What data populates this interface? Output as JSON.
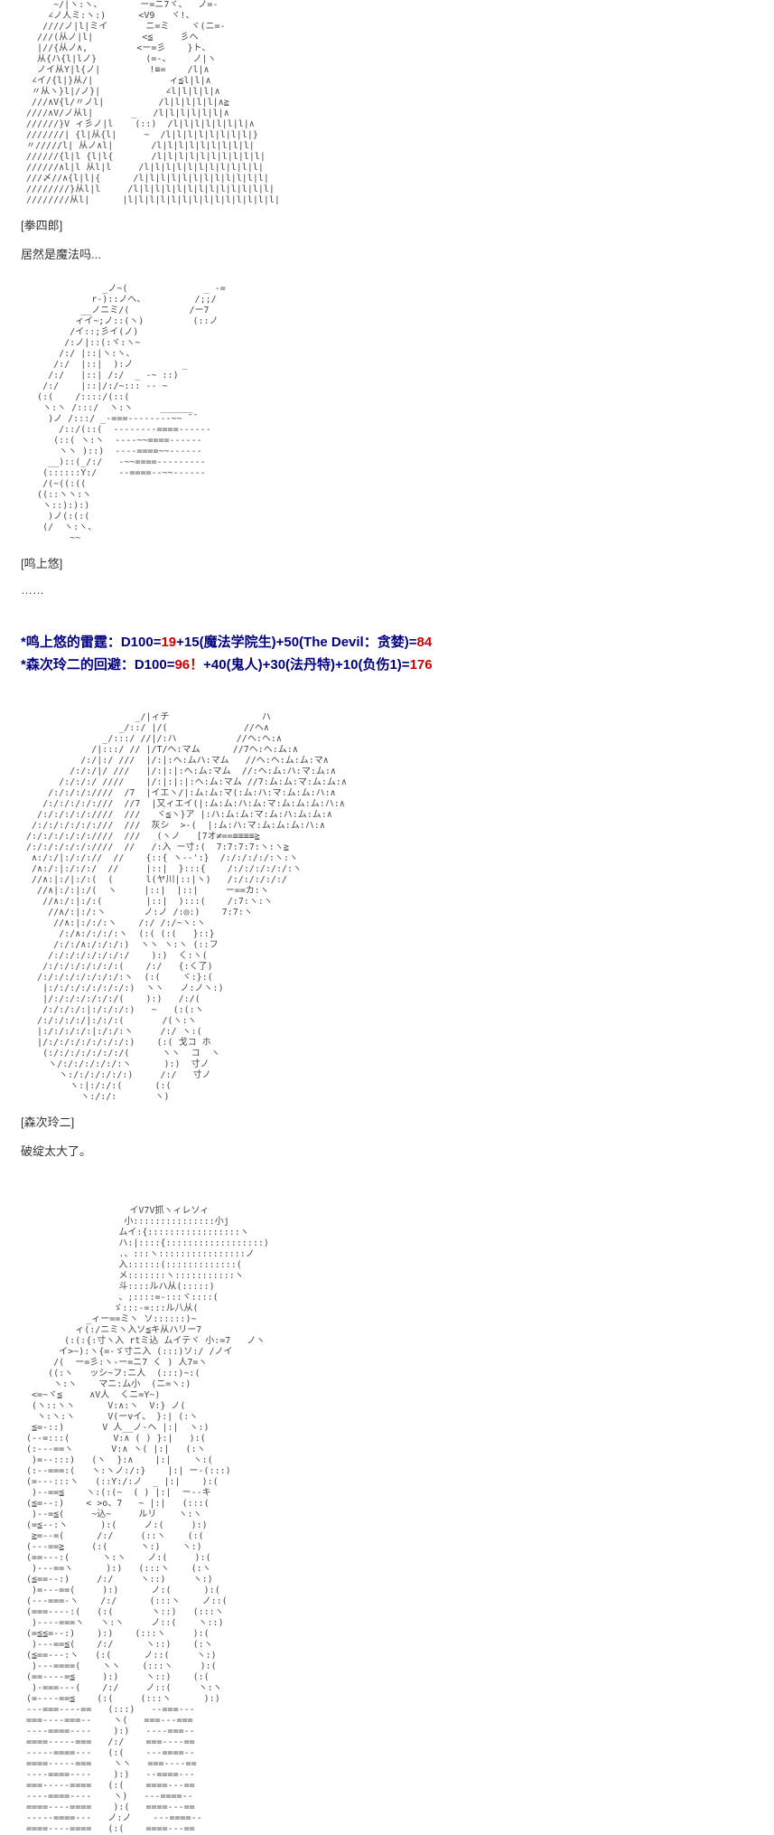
{
  "colors": {
    "background": "#ffffff",
    "text": "#333333",
    "aa_art": "#444444",
    "dice_base": "#000080",
    "dice_highlight": "#cc0000"
  },
  "sections": {
    "scene1": {
      "speaker": "[拳四郎]",
      "dialogue": "居然是魔法吗..."
    },
    "scene2": {
      "speaker": "[鸣上悠]",
      "dialogue": "……"
    },
    "scene3": {
      "speaker": "[森次玲二]",
      "dialogue": "破绽太大了。"
    }
  },
  "dice_rolls": [
    {
      "segments": [
        {
          "text": "*鸣上悠的雷霆：D100=",
          "style": "base"
        },
        {
          "text": "19",
          "style": "highlight"
        },
        {
          "text": "+15(魔法学院生)+50(The Devil：贪婪)=",
          "style": "base"
        },
        {
          "text": "84",
          "style": "highlight"
        }
      ]
    },
    {
      "segments": [
        {
          "text": "*森次玲二的回避：D100=",
          "style": "base"
        },
        {
          "text": "96！",
          "style": "highlight"
        },
        {
          "text": "+40(鬼人)+30(法丹特)+10(负伤1)=",
          "style": "base"
        },
        {
          "text": "176",
          "style": "highlight"
        }
      ]
    }
  ],
  "aa_blocks": [
    {
      "lines": [
        "      ~/|ヽ:ヽ、       ー=ニ7ヾ、  ノ=-",
        "     ∠ノ人ミ:ヽ:)      <V9   ヾ!、",
        "    ////ノ|l|ミイ       ニ=ミ    ヾ(ニ=-",
        "   ///(从ノ|l|         <≦     彡ヘ",
        "   |//{从ノ∧,         <ー=彡    }ト、",
        "   从{ハ{l|lノ}         (=-、    ノ|ヽ",
        "   ノイ从Y|l{ノ|         !≡=    /l|∧",
        "  ∠イ/{l|}从/|              ィ≦l|l|∧",
        "  〃从ヽ}l|/ノ}|            ∠l|l|l|l|∧",
        "  ///∧V{l/〃ノl|          /l|l|l|l|l|∧≧",
        " ////∧V/ノ从l|       _   /l|l|l|l|l|l|∧",
        " //////}V ィ彡ノ|l    (::)  /l|l|l|l|l|l|l|∧",
        " ///////| {l|从{l|     ~  /l|l|l|l|l|l|l|l|}",
        " 〃/////l| 从ノ∧l|       /l|l|l|l|l|l|l|l|l|",
        " //////{l|l {l|l{       /l|l|l|l|l|l|l|l|l|l|",
        " //////∧l|l 从l|l     /l|l|l|l|l|l|l|l|l|l|l|",
        " ///〆//∧{l|l|{      /l|l|l|l|l|l|l|l|l|l|l|l|",
        " ////////}从l|l     /l|l|l|l|l|l|l|l|l|l|l|l|l|",
        " ////////从l|      |l|l|l|l|l|l|l|l|l|l|l|l|l|l|"
      ]
    },
    {
      "lines": [
        "               _ノ~(              _ -=",
        "             r-)::ノへ、         /;;/",
        "           __ノニミ/(           /ー7",
        "          ィイ~;ノ::(ヽ)         (::ノ",
        "         /イ::;彡イ(ノ)",
        "        /:ノ|::(:ヾ:ヽ~",
        "       /:/ |::|ヽ:ヽ、",
        "      /:/  |::|  ):ノ         _",
        "     /:/   |::| /:/  _ -~ ::)",
        "    /:/    |::|/:/~::: -- ~",
        "   (:(    /::::/(::(",
        "    ヽ:ヽ /:::/  ヽ:ヽ     ______",
        "     )ノ /:::/ _-===--------~~ ̄ ̄",
        "       /::/(::(  --------====------",
        "      (::( ヽ:ヽ  ----~~====------",
        "       ヽヽ )::)  ----====~~------",
        "     __)::(_/:/   -~~====---------",
        "    (::::::Y:/    --====--~~------",
        "    /(~((:((",
        "   ((::ヽヽ:ヽ",
        "    ヽ::):):)",
        "     )ノ(:(:(",
        "    (/  ヽ:ヽ、",
        "         ~~"
      ]
    },
    {
      "lines": [
        "                     _/|ィチ                 ハ",
        "                  _/::/ |/(              //ヘ∧",
        "               _/:::/ //|/:ハ           //ヘ:ヘ:∧",
        "             /|:::/ // |/T/ヘ:マム      //7ヘ:ヘ:ム:∧",
        "           /:/|:/ ///  |/:|:ヘ:ムハ:マム   //ヘ:ヘ:ム:ム:マ∧",
        "         /:/:/|/ ///   |/:|:|:ヘ:ム:マム  //:ヘ:ム:ハ:マ:ム:∧",
        "       /:/:/:/ ////    |/:|:|:|:ヘ:ム:マム //7:ム:ム:マ:ム:ム:∧",
        "     /:/:/:/:////  /7  |イエヽ/|:ム:ム:マ(:ム:ハ:マ:ム:ム:ハ:∧",
        "    /:/:/:/:/:///  //7  |又ィエイ(|:ム:ム:ハ:ム:マ:ム:ム:ム:ハ:∧",
        "   /:/:/:/:/:////  ///   ヾ≦ヽ}ア |:ハ:ム:ム:マ:ム:ハ:ム:ム:∧",
        "  /:/:/:/:/:/:///  ///  灰シ  >-(  |:ム:ハ:マ:ム:ム:ム:ハ:∧",
        " /:/:/:/:/:/:////  ///   (ヽノ   [7オ≠==≡≡≡≡≧",
        " /:/:/:/:/:/:////  //   /:入 ー寸:(  7:7:7:7:ヽ:ヽ≧",
        "  ∧:/:/|:/:/://  //    {::{ ヽ--':}  /:/:/:/:/:ヽ:ヽ",
        "  /∧:/:|:/:/:/  //     |::|  }:::{    /:/:/:/:/:/:ヽ",
        "  //∧:|:/|:/:(  (      l(ヤ川|::|ヽ)   /:/:/:/:/:/",
        "   //∧|:/:|:/(  ヽ     |::|  |::|     ー==カ:ヽ",
        "    //∧:/:|:/:(        |::|  ):::(    /:7:ヽ:ヽ",
        "     //∧/:|:/:ヽ       ノ:ノ /:◎:)    7:7:ヽ",
        "      //∧:|:/:/:ヽ    /:/ /:/~ヽ:ヽ",
        "       /:/∧:/:/:/:ヽ  (:( (:(   }::}",
        "      /:/:/∧:/:/:/:)  ヽヽ ヽ:ヽ (::フ",
        "     /:/:/:/:/:/:/:/    ):)  く:ヽ(",
        "    /:/:/:/:/:/:/:(    /:/   {:く了)",
        "   /:/:/:/:/:/:/:/:ヽ  (:(    ヾ:}:(",
        "    |:/:/:/:/:/:/:/:)  ヽヽ   ノ:ノヽ:)",
        "    |/:/:/:/:/:/:/(    ):)   /:/(",
        "    /:/:/:/:|:/:/:/:)   ~   (:(:ヽ",
        "   /:/:/:/:/|:/:/:(       /(ヽ:ヽ",
        "   |:/:/:/:/:|:/:/:ヽ     /:/ ヽ:(",
        "   |/:/:/:/:/:/:/:/:)    (:( 戈コ ホ",
        "    (:/:/:/:/:/:/:/(      ヽヽ  コ  ヽ",
        "     ヽ/:/:/:/:/:/:ヽ      ):)  寸ノ",
        "       ヽ:/:/:/:/:/:)     /:/   寸ノ",
        "         ヽ:|:/:/:(      (:(",
        "           ヽ:/:/:       ヽ)"
      ]
    },
    {
      "lines": [
        "                    イV7V抓ヽィレソィ",
        "                   小:::::::::::::::小j",
        "                  ムイ:{:::::::::::::::::ヽ",
        "                  ハ:|::::{::::::::::::::::::)",
        "                  .、:::ヽ::::::::::::::::ノ",
        "                  入::::::(:::::::::::::(",
        "                  メ:::::::ヽ:::::::::::ヽ",
        "                  斗::::ルハ从(:::::)",
        "                  、;::::=-:::ヾ::::(",
        "                 ゞ:::-=:::ル八从(",
        "            _ィー==ミヽ ソ::::::)~",
        "          ィ(:/ニミヽ入ソ≦キ从ハリー7",
        "        (:(:{:寸ヽ入 rtミ込 ムイテヾ 小:=7   ノヽ",
        "       イ>~):ヽ{=-ゞ寸ニ入 (:::)ソ:/ /ノイ",
        "      /(  ー=彡:ヽ-ー=ニ7 く ) 人7=ヽ",
        "     ((:ヽ   ッシ~フ:ニ人  (:::)~:(",
        "      ヽ:ヽ    マニ:ム小  (ニ=ヽ:)",
        "  <=~ヾ≦     ∧V人  くニ=Y~)",
        "  (ヽ::ヽヽ      V:∧:ヽ  V:} ノ(",
        "   ヽ:ヽ:ヽ      V(ーvイ、 }:| (:ヽ",
        "  ≦=-::)       V 人__ノ-ヘ |:|  ヽ:)",
        " (--=:::(        V:∧ ( ) }:|   ):(",
        " (:---==ヽ       V:∧ ヽ( |:|   (:ヽ",
        "  )=--:::)   (ヽ  }:∧    |:|    ヽ:(",
        " (:--===:(   ヽ:ヽノ:/:}    |:| ー-(:::)",
        " (=---:::ヽ   (::Y:/:ノ  _ |:|    ):(",
        "  )--==≦    ヽ:(:(~  ( ) |:|  ー--キ",
        " (≦=--:)    < >o、7   ~ |:|   (:::(",
        "  )--=≦(     ~込~     ルリ    ヽ:ヽ",
        " (=≦--:ヽ      ):(     ノ:(     ):)",
        "  ≧=--=(      /:/     (::ヽ    (:(",
        " (---==≧     (:(      ヽ:)    ヽ:)",
        " (==---:(      ヽ:ヽ    ノ:(     ):(",
        "  )---==ヽ      ):)   (:::ヽ    (:ヽ",
        " (≦==--:)     /:/     ヽ::)     ヽ:)",
        "  )=---==(     ):)      ノ:(      ):(",
        " (---===-ヽ    /:/      (:::ヽ    ノ::(",
        " (===----:(   (:(       ヽ::)   (:::ヽ",
        "  )----===ヽ   ヽ:ヽ     ノ::(    ヽ::)",
        " (=≦≦=--:)    ):)    (:::ヽ     ):(",
        "  )---==≦(    /:/      ヽ::)    (:ヽ",
        " (≦==---:ヽ   (:(      ノ::(     ヽ:)",
        "  )---====(    ヽヽ    (:::ヽ     ):(",
        " (==----=≦     ):)     ヽ::)    (:(",
        "  )-===---(    /:/     ノ::(     ヽ:ヽ",
        " (=----==≦    (:(     (:::ヽ      ):)",
        " ---===----==   (:::)   --===---",
        " ===----===--    ヽ(   ===---===",
        " ----====----    ):)   ----===--",
        " ====-----===   /:/    ===----==",
        " -----====---   (:(    ---====--",
        " ====-----===    ヽヽ   ===----==",
        " ----====----    ):)   --====---",
        " ===-----====   (:(    ====---==",
        " ----====----    ヽ)   ---====--",
        " ====----====    ):(   ====---==",
        " -----====---   ノ:ノ    ---====--",
        " ====----====   (:(    ====---=="
      ]
    }
  ]
}
